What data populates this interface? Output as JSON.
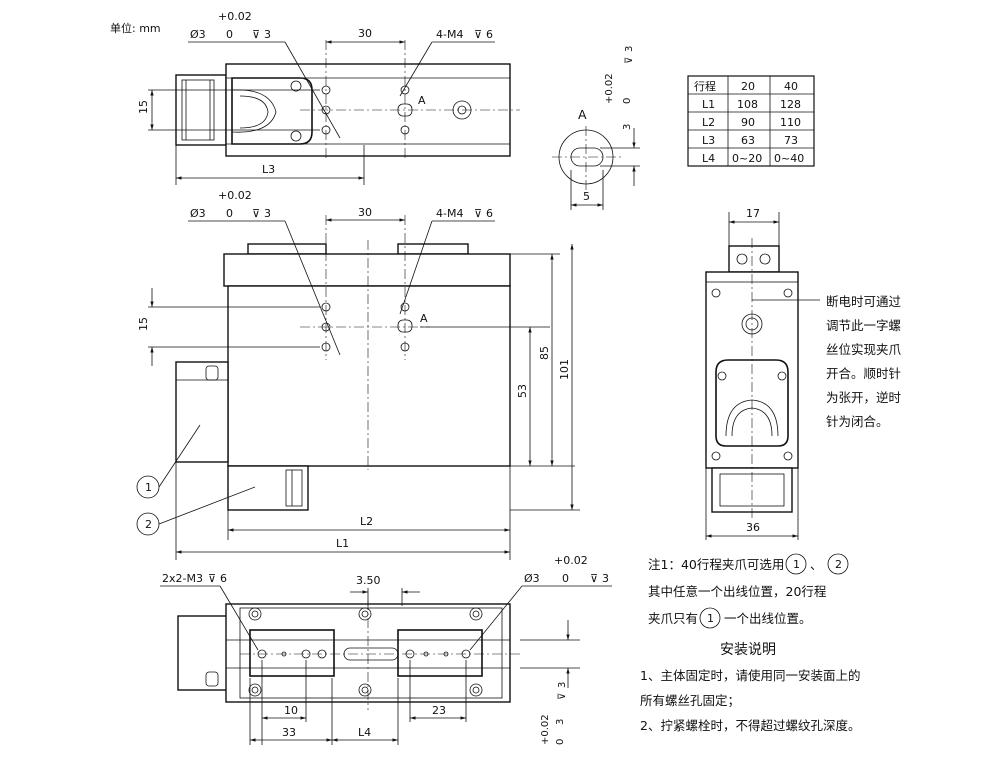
{
  "unit_label": "单位: mm",
  "top_view": {
    "hole_spec": {
      "dia": "Ø3",
      "tol_upper": "+0.02",
      "tol_lower": "0",
      "depth": "3"
    },
    "thread_spec": "4-M4",
    "thread_depth": "6",
    "dim_30": "30",
    "dim_15": "15",
    "label_L3": "L3",
    "marker_A": "A"
  },
  "section_A": {
    "label": "A",
    "dim_5": "5",
    "tol_upper": "+0.02",
    "tol_lower": "0",
    "nominal": "3",
    "depth": "3"
  },
  "stroke_table": {
    "header": [
      "行程",
      "20",
      "40"
    ],
    "rows": [
      [
        "L1",
        "108",
        "128"
      ],
      [
        "L2",
        "90",
        "110"
      ],
      [
        "L3",
        "63",
        "73"
      ],
      [
        "L4",
        "0~20",
        "0~40"
      ]
    ]
  },
  "front_view": {
    "hole_spec": {
      "dia": "Ø3",
      "tol_upper": "+0.02",
      "tol_lower": "0",
      "depth": "3"
    },
    "thread_spec": "4-M4",
    "thread_depth": "6",
    "dim_30": "30",
    "dim_15": "15",
    "dim_53": "53",
    "dim_85": "85",
    "dim_101": "101",
    "label_L2": "L2",
    "label_L1": "L1",
    "marker_A": "A",
    "balloon_1": "1",
    "balloon_2": "2"
  },
  "side_view": {
    "dim_17": "17",
    "dim_36": "36",
    "note_lines": [
      "断电时可通过",
      "调节此一字螺",
      "丝位实现夹爪",
      "开合。顺时针",
      "为张开，逆时",
      "针为闭合。"
    ]
  },
  "bottom_view": {
    "thread_spec": "2x2-M3",
    "thread_depth": "6",
    "dim_3_50": "3.50",
    "hole_spec": {
      "dia": "Ø3",
      "tol_upper": "+0.02",
      "tol_lower": "0",
      "depth": "3"
    },
    "dim_10": "10",
    "dim_23": "23",
    "dim_33": "33",
    "label_L4": "L4",
    "tol_upper": "+0.02",
    "tol_lower": "0",
    "nominal": "3",
    "depth": "3"
  },
  "note": {
    "line1_a": "注1：40行程夹爪可选用",
    "line1_b": "、",
    "balloon_1": "1",
    "balloon_2": "2",
    "line2": "其中任意一个出线位置，20行程",
    "line3_a": "夹爪只有",
    "line3_b": "一个出线位置。"
  },
  "install": {
    "title": "安装说明",
    "lines": [
      "1、主体固定时，请使用同一安装面上的",
      "所有螺丝孔固定；",
      "2、拧紧螺栓时，不得超过螺纹孔深度。"
    ]
  }
}
